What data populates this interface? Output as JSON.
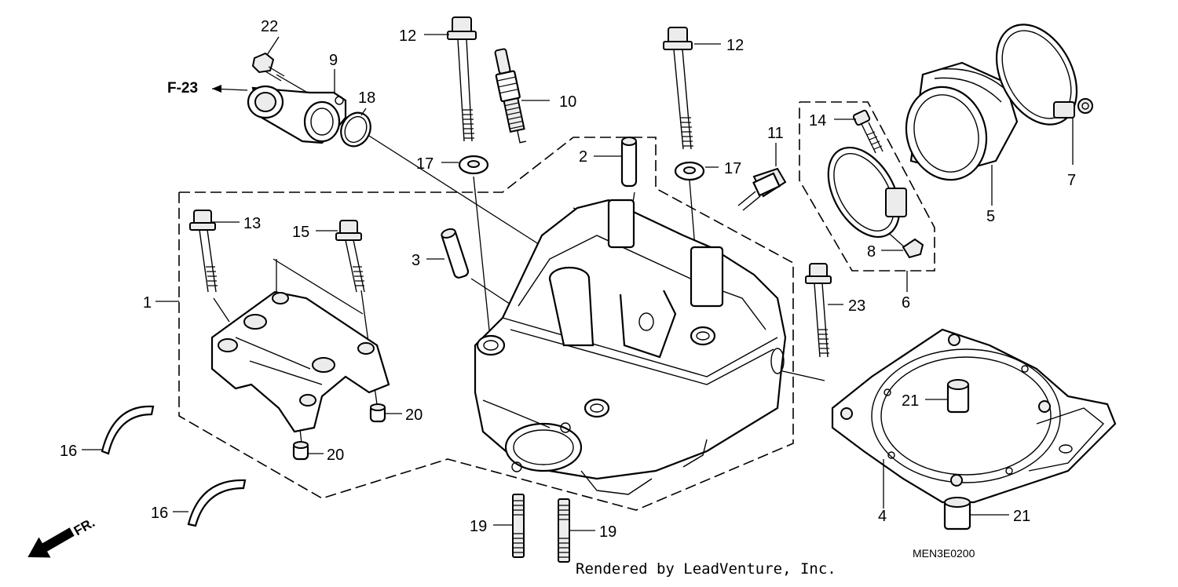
{
  "callouts": {
    "c1": "1",
    "c2": "2",
    "c3": "3",
    "c4": "4",
    "c5": "5",
    "c6": "6",
    "c7": "7",
    "c8": "8",
    "c9": "9",
    "c10": "10",
    "c11": "11",
    "c12a": "12",
    "c12b": "12",
    "c13": "13",
    "c14": "14",
    "c15": "15",
    "c16a": "16",
    "c16b": "16",
    "c17a": "17",
    "c17b": "17",
    "c18": "18",
    "c19a": "19",
    "c19b": "19",
    "c20a": "20",
    "c20b": "20",
    "c21a": "21",
    "c21b": "21",
    "c22": "22",
    "c23": "23"
  },
  "reference": "F-23",
  "front_marker": "FR.",
  "credit": "Rendered by LeadVenture, Inc.",
  "diagram_code": "MEN3E0200"
}
